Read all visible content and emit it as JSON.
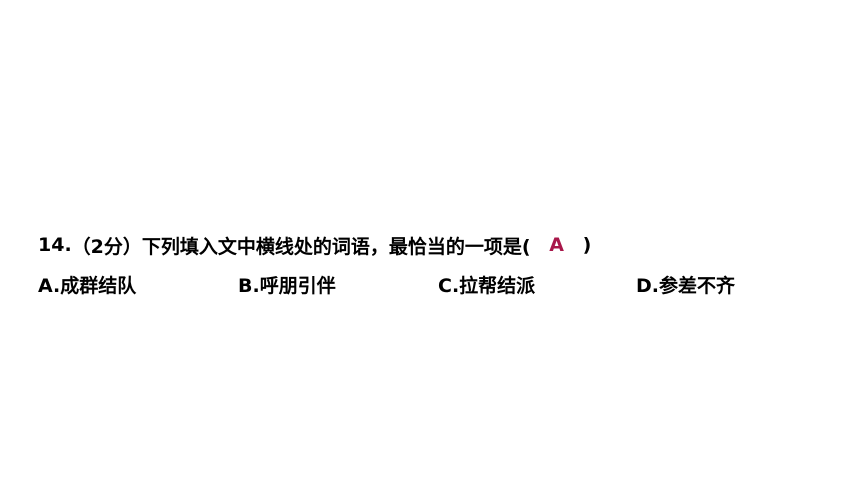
{
  "question": {
    "number": "14.",
    "points": "（2分）",
    "text": "下列填入文中横线处的词语，最恰当的一项是(",
    "answer": "A",
    "close_paren": ")"
  },
  "options": [
    {
      "label": "A.成群结队"
    },
    {
      "label": "B.呼朋引伴"
    },
    {
      "label": "C.拉帮结派"
    },
    {
      "label": "D.参差不齐"
    }
  ],
  "colors": {
    "answer": "#A8174A",
    "text": "#000000"
  }
}
